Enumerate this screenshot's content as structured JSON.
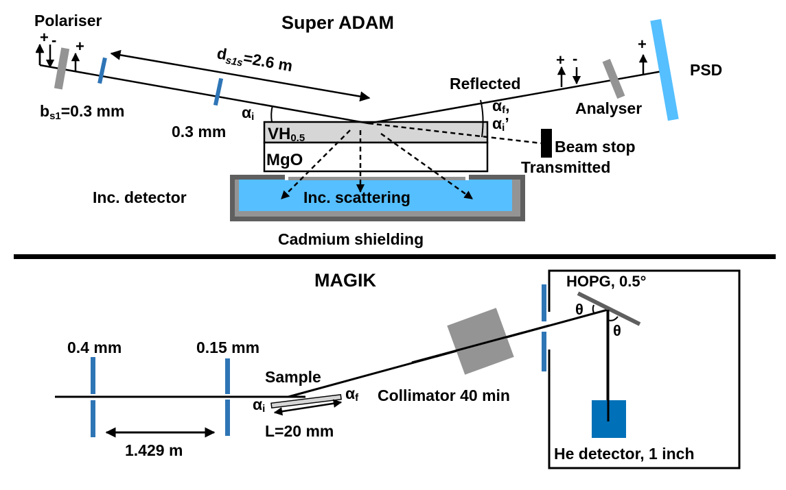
{
  "super_adam": {
    "title": "Super ADAM",
    "polariser": "Polariser",
    "spin_plus": "+",
    "spin_minus": "-",
    "distance_label_main": "d",
    "distance_label_sub": "s1s",
    "distance_label_value": "=2.6 m",
    "slit1_label_main": "b",
    "slit1_label_sub": "s1",
    "slit1_label_value": "=0.3 mm",
    "slit2_label": "0.3 mm",
    "alpha_i_main": "α",
    "alpha_i_sub": "i",
    "alpha_f_main": "α",
    "alpha_f_sub": "f",
    "alpha_f_comma": ",",
    "alpha_i_prime_main": "α",
    "alpha_i_prime_sub": "i",
    "alpha_i_prime_mark": "’",
    "layer_top_main": "VH",
    "layer_top_sub": "0.5",
    "layer_bottom": "MgO",
    "reflected": "Reflected",
    "analyser": "Analyser",
    "psd": "PSD",
    "beam_stop": "Beam stop",
    "transmitted": "Transmitted",
    "inc_detector": "Inc. detector",
    "inc_scattering": "Inc. scattering",
    "cadmium": "Cadmium shielding"
  },
  "magik": {
    "title": "MAGIK",
    "slit1_label": "0.4 mm",
    "slit2_label": "0.15 mm",
    "distance_label": "1.429 m",
    "sample": "Sample",
    "alpha_i_main": "α",
    "alpha_i_sub": "i",
    "alpha_f_main": "α",
    "alpha_f_sub": "f",
    "sample_length": "L=20 mm",
    "collimator": "Collimator 40 min",
    "hopg": "HOPG, 0.5°",
    "theta": "θ",
    "he_detector": "He detector, 1 inch"
  },
  "colors": {
    "slit_blue": "#2e75b6",
    "psd_blue": "#55bfff",
    "detector_blue": "#0070b8",
    "grey": "#949494",
    "dark_grey": "#5f5f5f",
    "film_grey": "#d6d6d6"
  }
}
